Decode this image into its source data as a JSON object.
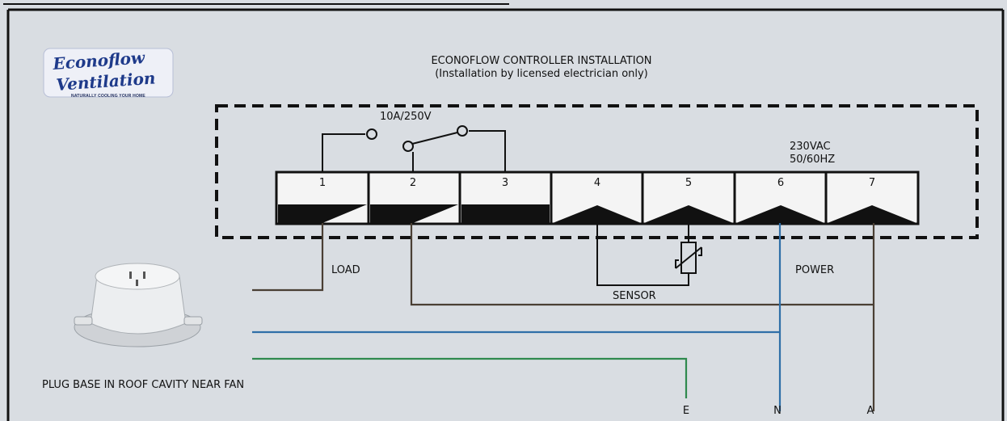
{
  "title": {
    "line1": "ECONOFLOW CONTROLLER INSTALLATION",
    "line2": "(Installation by licensed electrician only)"
  },
  "logo": {
    "line1": "Econoflow",
    "line2": "Ventilation",
    "tagline": "NATURALLY COOLING YOUR HOME"
  },
  "relay": {
    "rating": "10A/250V"
  },
  "power_spec": {
    "voltage": "230VAC",
    "frequency": "50/60HZ"
  },
  "terminals": [
    "1",
    "2",
    "3",
    "4",
    "5",
    "6",
    "7"
  ],
  "labels": {
    "load": "LOAD",
    "sensor": "SENSOR",
    "power": "POWER",
    "plug_base": "PLUG BASE IN ROOF CAVITY NEAR FAN",
    "earth": "E",
    "neutral": "N",
    "active": "A"
  },
  "colors": {
    "background": "#d9dde2",
    "wire_brown": "#4a3f34",
    "wire_blue": "#2f6fa8",
    "wire_green": "#2f8a4e",
    "logo_blue": "#1e3a8a"
  }
}
